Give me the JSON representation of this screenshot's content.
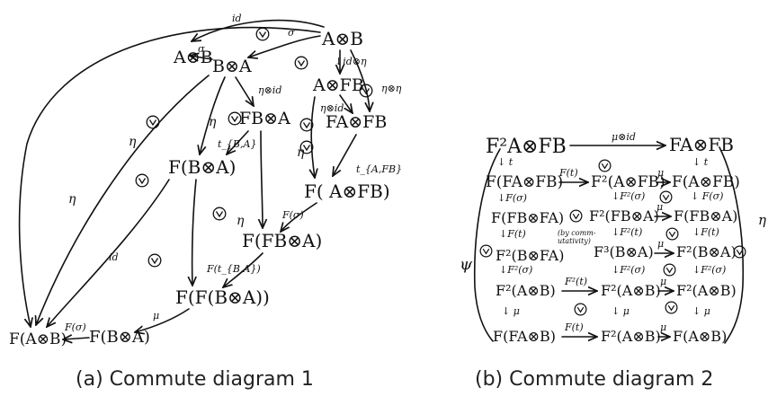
{
  "captions": {
    "a": "(a) Commute diagram 1",
    "b": "(b) Commute diagram 2"
  },
  "diagram1": {
    "nodes": {
      "AtensorB_top": "A⊗B",
      "AtensorB_left": "A⊗B",
      "BtensorA": "B⊗A",
      "AtensorFB": "A⊗FB",
      "FBtensorA": "FB⊗A",
      "FAtensorFB": "FA⊗FB",
      "F_BtensorA": "F(B⊗A)",
      "F_AtensorFB": "F( A⊗FB)",
      "F_FBtensorA": "F(FB⊗A)",
      "F_F_BtensorA": "F(F(B⊗A))",
      "F_AtensorB": "F(A⊗B)",
      "F_BtensorA_bottom": "F(B⊗A)"
    },
    "labels": {
      "id": "id",
      "sigma1": "σ",
      "sigma2": "σ",
      "id_eta": "↓id⊗η",
      "eta_id": "η⊗id",
      "eta_id2": "η⊗id",
      "eta_eta": "η⊗η",
      "eta_left": "η",
      "eta2": "η",
      "eta3": "η",
      "eta4": "η",
      "eta5": "η",
      "t_BA": "t_{B,A}",
      "t_AFB": "t_{A,FB}",
      "F_sigma_mid": "F(σ)",
      "F_t_BA": "F(t_{B,A})",
      "id_bottom": "id",
      "mu": "μ",
      "F_sigma_bottom": "F(σ)"
    }
  },
  "diagram2": {
    "rows": [
      [
        "F²A⊗FB",
        "",
        "FA⊗FB"
      ],
      [
        "F(FA⊗FB)",
        "F²(A⊗FB)",
        "F(A⊗FB)"
      ],
      [
        "F(FB⊗FA)",
        "F²(FB⊗A)",
        "F(FB⊗A)"
      ],
      [
        "F²(B⊗FA)",
        "F³(B⊗A)",
        "F²(B⊗A)"
      ],
      [
        "F²(A⊗B)",
        "F²(A⊗B)",
        "F²(A⊗B)"
      ],
      [
        "F(FA⊗B)",
        "F²(A⊗B)",
        "F(A⊗B)"
      ]
    ],
    "labels": {
      "mu_id": "μ⊗id",
      "t_left": "↓ t",
      "t_right": "↓ t",
      "F_t": "F(t)",
      "mu": "μ",
      "F_sigma": "↓F(σ)",
      "F2_sigma": "↓F²(σ)",
      "F_sigma_right": "↓ F(σ)",
      "F_t_left": "↓F(t)",
      "by_comm": "(by comm-",
      "by_comm2": "utativity)",
      "F2_t": "↓F²(t)",
      "F_t_right": "↓F(t)",
      "F2_sigma_left": "↓F²(σ)",
      "F2_sigma_mid": "↓F²(σ)",
      "F2_sigma_right": "↓F²(σ)",
      "F2_t_bottom": "F²(t)",
      "mu_left": "↓ μ",
      "mu_mid": "↓ μ",
      "mu_right": "↓ μ",
      "F_t_bottom": "F(t)",
      "psi": "ψ",
      "eta_right": "η"
    }
  }
}
